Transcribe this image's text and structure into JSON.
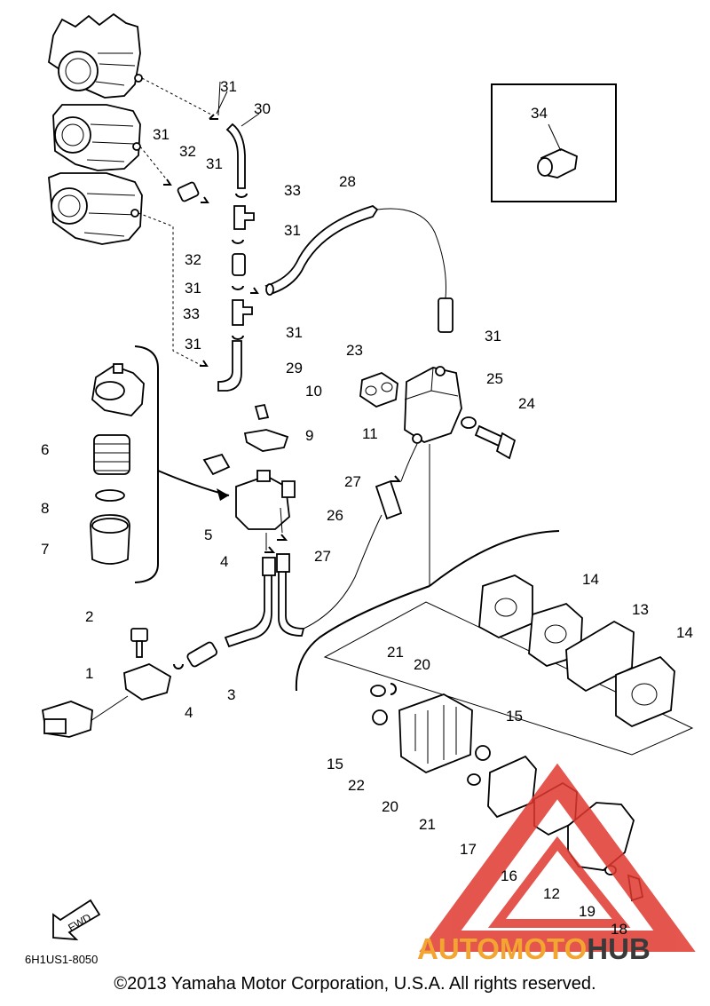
{
  "diagram": {
    "callouts": {
      "c1": "1",
      "c2": "2",
      "c3": "3",
      "c4a": "4",
      "c4b": "4",
      "c5": "5",
      "c6": "6",
      "c7": "7",
      "c8": "8",
      "c9": "9",
      "c10": "10",
      "c11": "11",
      "c12": "12",
      "c13": "13",
      "c14a": "14",
      "c14b": "14",
      "c15a": "15",
      "c15b": "15",
      "c16": "16",
      "c17": "17",
      "c18": "18",
      "c19": "19",
      "c20a": "20",
      "c20b": "20",
      "c21a": "21",
      "c21b": "21",
      "c22": "22",
      "c23": "23",
      "c24": "24",
      "c25": "25",
      "c26": "26",
      "c27a": "27",
      "c27b": "27",
      "c28": "28",
      "c29": "29",
      "c30": "30",
      "c31a": "31",
      "c31b": "31",
      "c31c": "31",
      "c31d": "31",
      "c31e": "31",
      "c31f": "31",
      "c31g": "31",
      "c32a": "32",
      "c32b": "32",
      "c33a": "33",
      "c33b": "33",
      "c34": "34"
    },
    "fwd_label": "FWD",
    "drawing_code": "6H1US1-8050"
  },
  "watermark": {
    "part1": "AUTOMOTO",
    "part2": "HUB",
    "color_red": "#e0382f",
    "color_orange": "#f2a531",
    "color_gray": "#3a3a3a"
  },
  "footer": {
    "copyright": "©2013 Yamaha Motor Corporation, U.S.A. All rights reserved."
  }
}
